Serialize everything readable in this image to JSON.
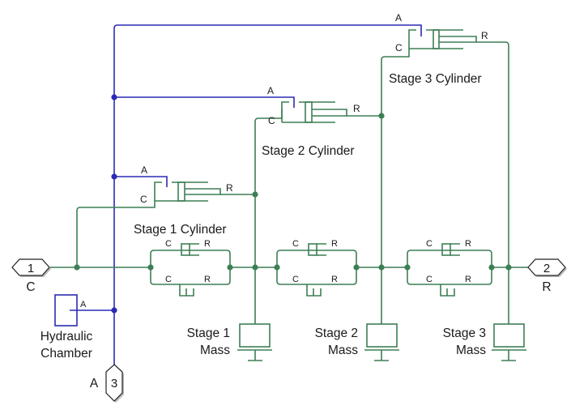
{
  "diagram": {
    "colors": {
      "mechanical": "#3d7f55",
      "hydraulic": "#2b2bb3"
    },
    "ports": {
      "p1": {
        "number": "1",
        "label": "C"
      },
      "p2": {
        "number": "2",
        "label": "R"
      },
      "p3": {
        "number": "3",
        "label": "A"
      }
    },
    "cylinders": [
      {
        "name": "Stage 1 Cylinder",
        "port_a": "A",
        "port_c": "C",
        "port_r": "R"
      },
      {
        "name": "Stage 2 Cylinder",
        "port_a": "A",
        "port_c": "C",
        "port_r": "R"
      },
      {
        "name": "Stage 3 Cylinder",
        "port_a": "A",
        "port_c": "C",
        "port_r": "R"
      }
    ],
    "hardstops": [
      {
        "upper_c": "C",
        "upper_r": "R",
        "lower_c": "C",
        "lower_r": "R"
      },
      {
        "upper_c": "C",
        "upper_r": "R",
        "lower_c": "C",
        "lower_r": "R"
      },
      {
        "upper_c": "C",
        "upper_r": "R",
        "lower_c": "C",
        "lower_r": "R"
      }
    ],
    "masses": [
      {
        "line1": "Stage 1",
        "line2": "Mass"
      },
      {
        "line1": "Stage 2",
        "line2": "Mass"
      },
      {
        "line1": "Stage 3",
        "line2": "Mass"
      }
    ],
    "chamber": {
      "line1": "Hydraulic",
      "line2": "Chamber",
      "port": "A"
    }
  }
}
